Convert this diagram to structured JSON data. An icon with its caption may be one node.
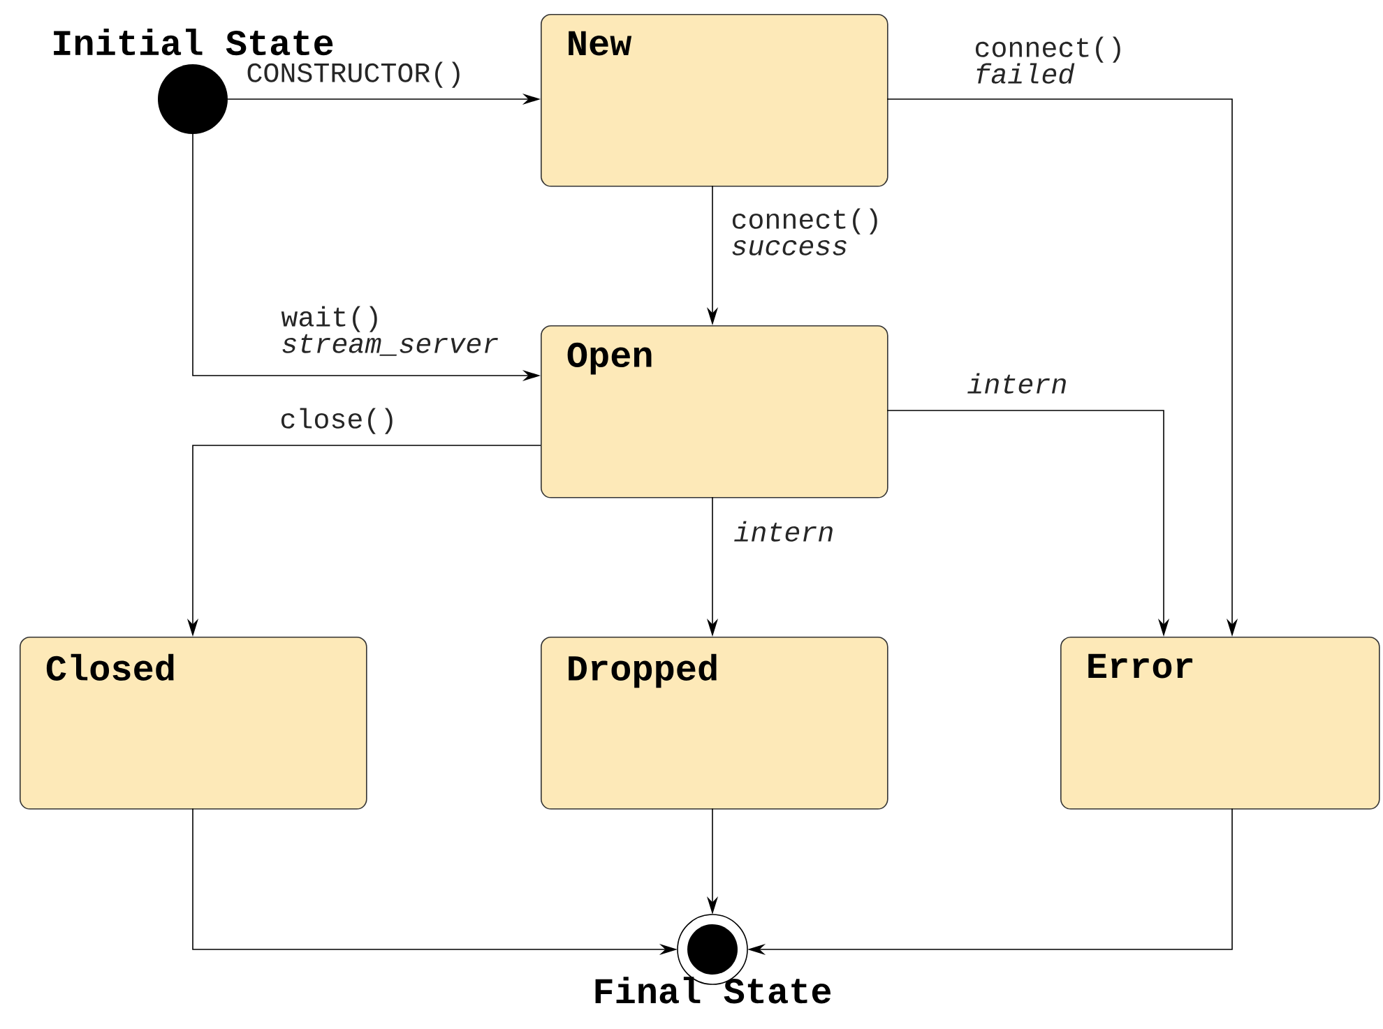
{
  "diagram": {
    "nodes": [
      {
        "text": [
          "Initial State"
        ]
      },
      {
        "text": [
          "New"
        ]
      },
      {
        "text": [
          "Open"
        ]
      },
      {
        "text": [
          "Closed"
        ]
      },
      {
        "text": [
          "Dropped"
        ]
      },
      {
        "text": [
          "Error"
        ]
      },
      {
        "text": [
          "Final State"
        ]
      }
    ],
    "edges": [
      {
        "from": 0,
        "to": 1,
        "arrow": "to",
        "label": "CONSTRUCTOR()"
      },
      {
        "from": 1,
        "to": 5,
        "arrow": "to",
        "label": "connect() *failed*"
      },
      {
        "from": 1,
        "to": 2,
        "arrow": "to",
        "label": "connect() *success*"
      },
      {
        "from": 0,
        "to": 2,
        "arrow": "to",
        "label": "wait() *stream_server*"
      },
      {
        "from": 2,
        "to": 3,
        "arrow": "to",
        "label": "close()"
      },
      {
        "from": 2,
        "to": 5,
        "arrow": "to",
        "label": "intern"
      },
      {
        "from": 2,
        "to": 4,
        "arrow": "to",
        "label": "intern"
      },
      {
        "from": 3,
        "to": 6,
        "arrow": "to"
      },
      {
        "from": 4,
        "to": 6,
        "arrow": "to"
      },
      {
        "from": 5,
        "to": 6,
        "arrow": "to"
      }
    ]
  }
}
